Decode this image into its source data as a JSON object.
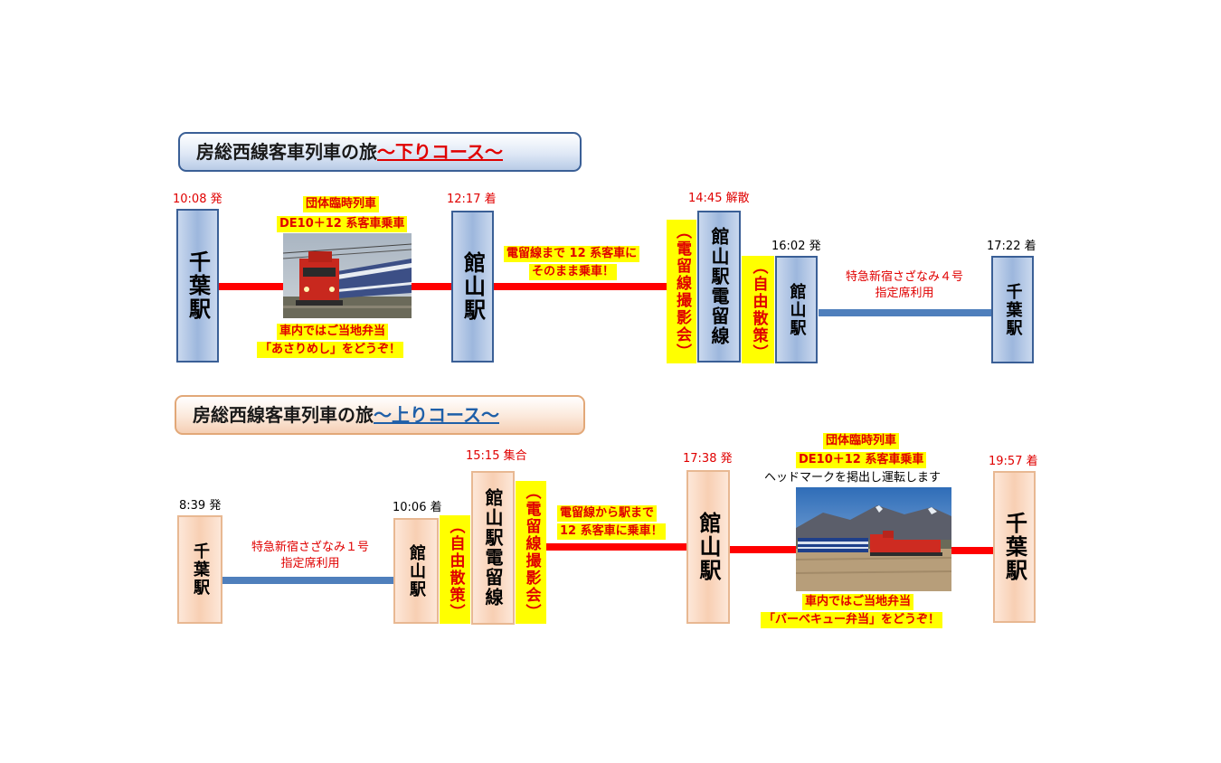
{
  "down": {
    "banner_main": "房総西線客車列車の旅",
    "banner_sub": "～下りコース～",
    "t1": "10:08 発",
    "t2": "12:17 着",
    "t3": "14:45 解散",
    "t4": "16:02 発",
    "t5": "17:22 着",
    "st1": "千葉駅",
    "st2": "館山駅",
    "st3": "館山駅電留線",
    "st4": "館山駅",
    "st5": "千葉駅",
    "train_l1": "団体臨時列車",
    "train_l2": "DE10＋12 系客車乗車",
    "bento_l1": "車内ではご当地弁当",
    "bento_l2": "「あさりめし」をどうぞ！",
    "ride_l1": "電留線まで 12 系客車に",
    "ride_l2": "そのまま乗車！",
    "photo_session": "（電留線撮影会）",
    "free_walk": "（自由散策）",
    "express_l1": "特急新宿さざなみ４号",
    "express_l2": "指定席利用"
  },
  "up": {
    "banner_main": "房総西線客車列車の旅",
    "banner_sub": "～上りコース～",
    "t1": "8:39 発",
    "t2": "10:06 着",
    "t3": "15:15 集合",
    "t4": "17:38 発",
    "t5": "19:57 着",
    "st1": "千葉駅",
    "st2": "館山駅",
    "st3": "館山駅電留線",
    "st4": "館山駅",
    "st5": "千葉駅",
    "express_l1": "特急新宿さざなみ１号",
    "express_l2": "指定席利用",
    "free_walk": "（自由散策）",
    "photo_session": "（電留線撮影会）",
    "ride_l1": "電留線から駅まで",
    "ride_l2": "12 系客車に乗車！",
    "train_l1": "団体臨時列車",
    "train_l2": "DE10＋12 系客車乗車",
    "headmark": "ヘッドマークを掲出し運転します",
    "bento_l1": "車内ではご当地弁当",
    "bento_l2": "「バーベキュー弁当」をどうぞ！"
  },
  "colors": {
    "red_line": "#ff0000",
    "blue_line": "#4f7fbc",
    "highlight": "#ffff00",
    "text_red": "#e00000",
    "station_blue": "#9db7dd",
    "station_peach": "#f8cfb3"
  }
}
